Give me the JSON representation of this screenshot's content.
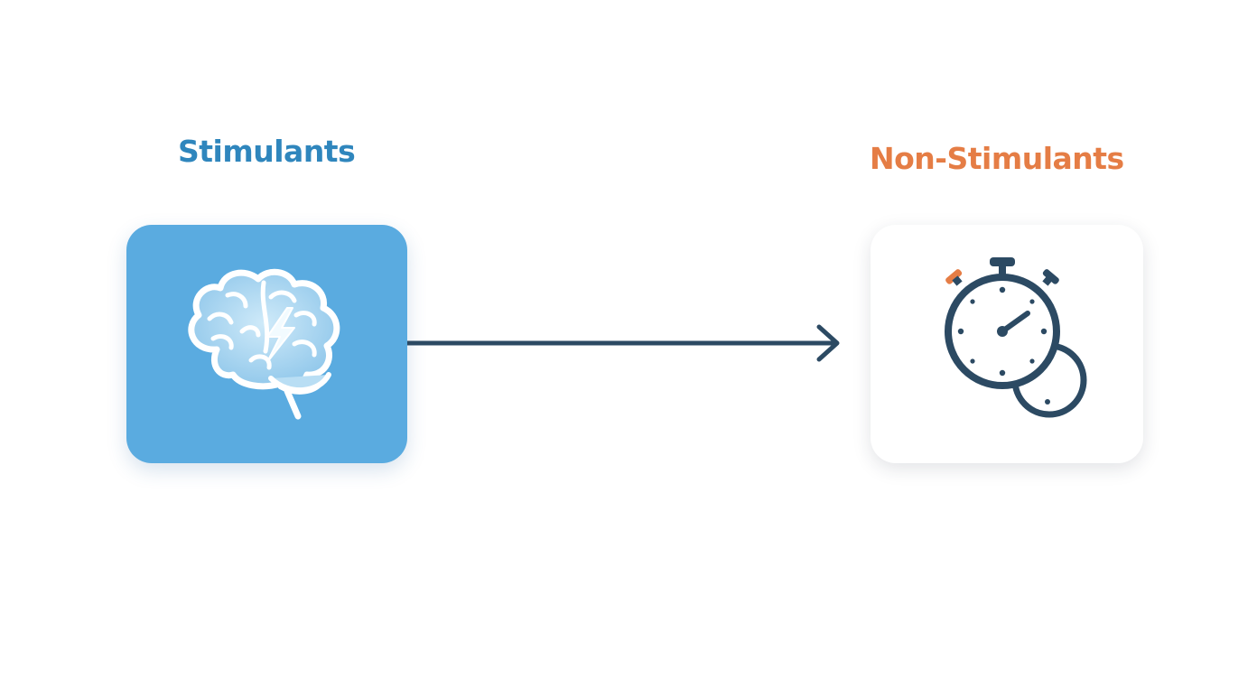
{
  "diagram": {
    "left_node": {
      "label": "Stimulants",
      "icon": "brain-lightning-icon",
      "label_color": "#2f86bd",
      "card_color": "#5aabe0"
    },
    "right_node": {
      "label": "Non-Stimulants",
      "icon": "stopwatch-icon",
      "label_color": "#e57d45",
      "card_color": "#ffffff"
    },
    "connector": {
      "direction": "left-to-right",
      "color": "#2c4a63"
    }
  }
}
